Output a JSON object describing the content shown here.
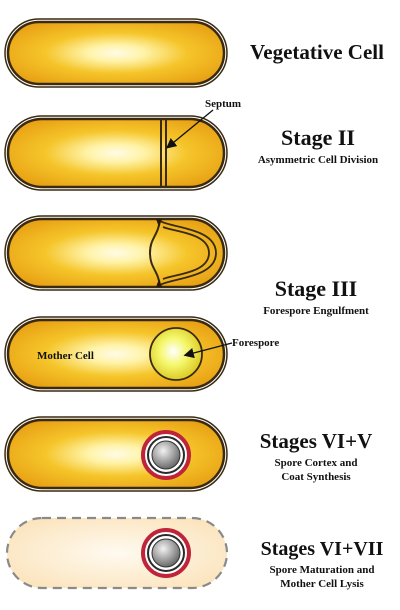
{
  "colors": {
    "cell_edge": "#e8a014",
    "cell_mid": "#f5c52a",
    "cell_center": "#fffbe6",
    "membrane": "#3a2a10",
    "spore_ring": "#c0243a",
    "spore_core": "#a8a8a8",
    "lysis_fill": "#fdeccc",
    "lysis_border": "#8a8a8a"
  },
  "labels": {
    "vegetative_title": "Vegetative Cell",
    "stage2_title": "Stage II",
    "stage2_subtitle": "Asymmetric Cell Division",
    "septum": "Septum",
    "stage3_title": "Stage III",
    "stage3_subtitle": "Forespore Engulfment",
    "mother_cell": "Mother Cell",
    "forespore": "Forespore",
    "stage45_title": "Stages VI+V",
    "stage45_subtitle_line1": "Spore Cortex and",
    "stage45_subtitle_line2": "Coat Synthesis",
    "stage67_title": "Stages VI+VII",
    "stage67_subtitle_line1": "Spore Maturation and",
    "stage67_subtitle_line2": "Mother Cell Lysis"
  }
}
